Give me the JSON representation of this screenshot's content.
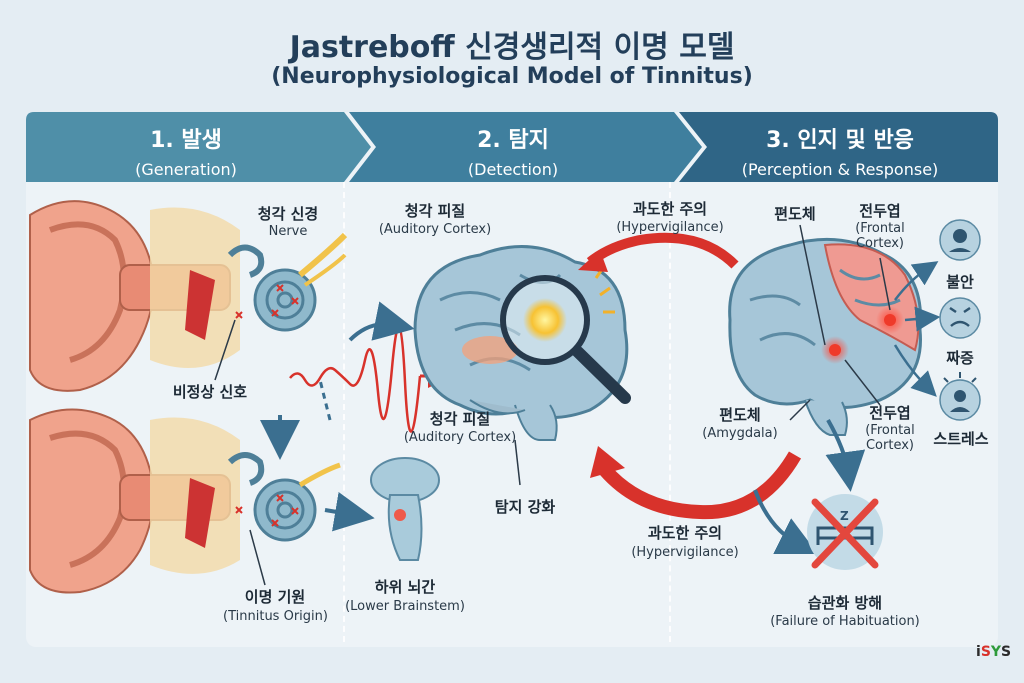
{
  "title": {
    "main": "Jastreboff 신경생리적 이명 모델",
    "sub": "(Neurophysiological Model of Tinnitus)"
  },
  "stages": [
    {
      "label": "1. 발생",
      "sub": "(Generation)"
    },
    {
      "label": "2. 탐지",
      "sub": "(Detection)"
    },
    {
      "label": "3. 인지 및 반응",
      "sub": "(Perception & Response)"
    }
  ],
  "colors": {
    "stage1": "#4f8fa8",
    "stage2": "#3f7f9e",
    "stage3": "#2f6586",
    "arrow_red": "#d8322b",
    "arrow_blue": "#3b6f90"
  },
  "generation": {
    "nerve_label": "청각 신경",
    "nerve_sub": "Nerve",
    "abnormal_signal": "비정상 신호",
    "origin_label": "이명 기원",
    "origin_sub": "(Tinnitus Origin)",
    "brainstem_label": "하위 뇌간",
    "brainstem_sub": "(Lower Brainstem)"
  },
  "detection": {
    "cortex_top_label": "청각 피질",
    "cortex_top_sub": "(Auditory Cortex)",
    "cortex_bottom_label": "청각 피질",
    "cortex_bottom_sub": "(Auditory Cortex)",
    "enhancement": "탐지 강화"
  },
  "perception": {
    "hyper_top_label": "과도한 주의",
    "hyper_top_sub": "(Hypervigilance)",
    "hyper_bottom_label": "과도한 주의",
    "hyper_bottom_sub": "(Hypervigilance)",
    "amygdala_top": "편도체",
    "frontal_top": "전두엽",
    "frontal_top_sub1": "(Frontal",
    "frontal_top_sub2": "Cortex)",
    "amygdala_bottom": "편도체",
    "amygdala_bottom_sub": "(Amygdala)",
    "frontal_bottom": "전두엽",
    "frontal_bottom_sub1": "(Frontal",
    "frontal_bottom_sub2": "Cortex)",
    "anxiety": "불안",
    "irritation": "짜증",
    "stress": "스트레스",
    "habituation_label": "습관화 방해",
    "habituation_sub": "(Failure of Habituation)"
  },
  "icons": {
    "anxiety": "anxious-face-icon",
    "irritation": "angry-face-icon",
    "stress": "stressed-person-icon",
    "sleep": "bed-sleep-icon",
    "magnifier": "magnifying-glass-icon"
  },
  "logo": "iSYS"
}
